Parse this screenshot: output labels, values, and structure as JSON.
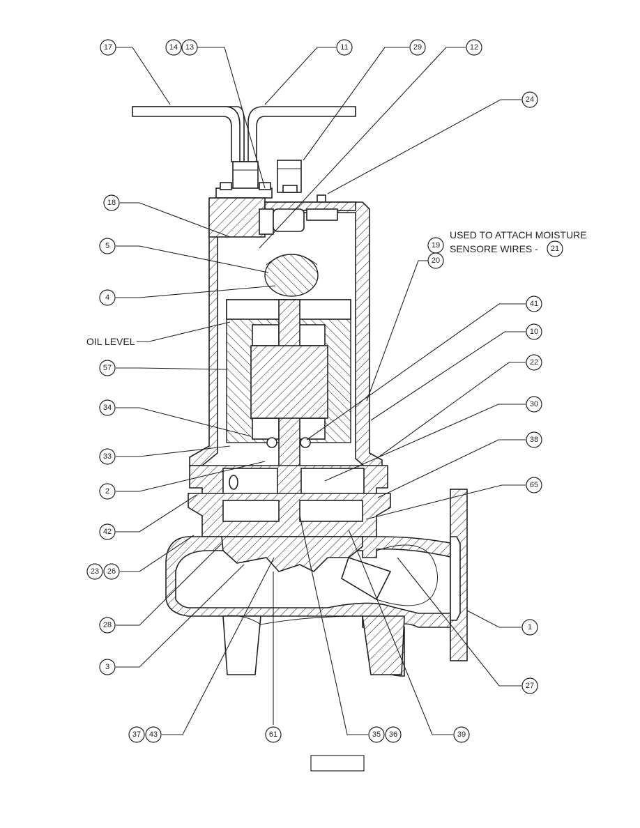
{
  "callouts": [
    {
      "id": "c17",
      "label": "17"
    },
    {
      "id": "c14",
      "label": "14"
    },
    {
      "id": "c13",
      "label": "13"
    },
    {
      "id": "c11",
      "label": "11"
    },
    {
      "id": "c29",
      "label": "29"
    },
    {
      "id": "c12",
      "label": "12"
    },
    {
      "id": "c24",
      "label": "24"
    },
    {
      "id": "c18",
      "label": "18"
    },
    {
      "id": "c5",
      "label": "5"
    },
    {
      "id": "c19",
      "label": "19"
    },
    {
      "id": "c21",
      "label": "21"
    },
    {
      "id": "c20",
      "label": "20"
    },
    {
      "id": "c4",
      "label": "4"
    },
    {
      "id": "c41",
      "label": "41"
    },
    {
      "id": "c10",
      "label": "10"
    },
    {
      "id": "c57",
      "label": "57"
    },
    {
      "id": "c22",
      "label": "22"
    },
    {
      "id": "c34",
      "label": "34"
    },
    {
      "id": "c30",
      "label": "30"
    },
    {
      "id": "c38",
      "label": "38"
    },
    {
      "id": "c33",
      "label": "33"
    },
    {
      "id": "c2",
      "label": "2"
    },
    {
      "id": "c65",
      "label": "65"
    },
    {
      "id": "c42",
      "label": "42"
    },
    {
      "id": "c23",
      "label": "23"
    },
    {
      "id": "c26",
      "label": "26"
    },
    {
      "id": "c28",
      "label": "28"
    },
    {
      "id": "c1",
      "label": "1"
    },
    {
      "id": "c3",
      "label": "3"
    },
    {
      "id": "c27",
      "label": "27"
    },
    {
      "id": "c37",
      "label": "37"
    },
    {
      "id": "c43",
      "label": "43"
    },
    {
      "id": "c61",
      "label": "61"
    },
    {
      "id": "c35",
      "label": "35"
    },
    {
      "id": "c36",
      "label": "36"
    },
    {
      "id": "c39",
      "label": "39"
    }
  ],
  "notes": {
    "moisture_line1": "USED TO ATTACH MOISTURE",
    "moisture_line2": "SENSORE WIRES -",
    "oil_level": "OIL LEVEL"
  }
}
